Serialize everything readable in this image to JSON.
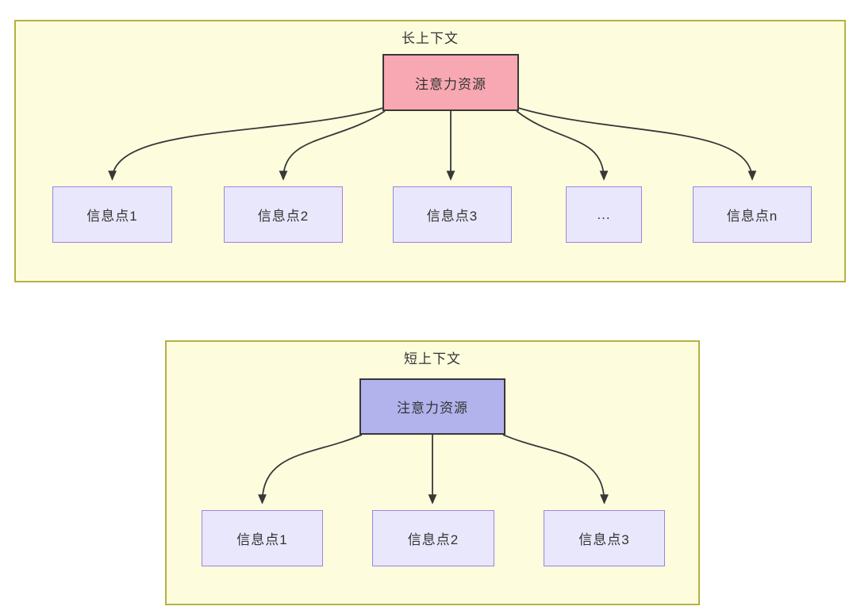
{
  "diagram": {
    "long_context": {
      "title": "长上下文",
      "source_label": "注意力资源",
      "targets": [
        "信息点1",
        "信息点2",
        "信息点3",
        "...",
        "信息点n"
      ]
    },
    "short_context": {
      "title": "短上下文",
      "source_label": "注意力资源",
      "targets": [
        "信息点1",
        "信息点2",
        "信息点3"
      ]
    },
    "colors": {
      "container_fill": "#fdfdde",
      "container_border": "#b2b243",
      "long_source_fill": "#f8a8b2",
      "short_source_fill": "#b2b3ec",
      "source_border": "#383838",
      "target_fill": "#e9e7fb",
      "target_border": "#9b84e0",
      "arrow": "#383838",
      "text": "#333333"
    }
  }
}
